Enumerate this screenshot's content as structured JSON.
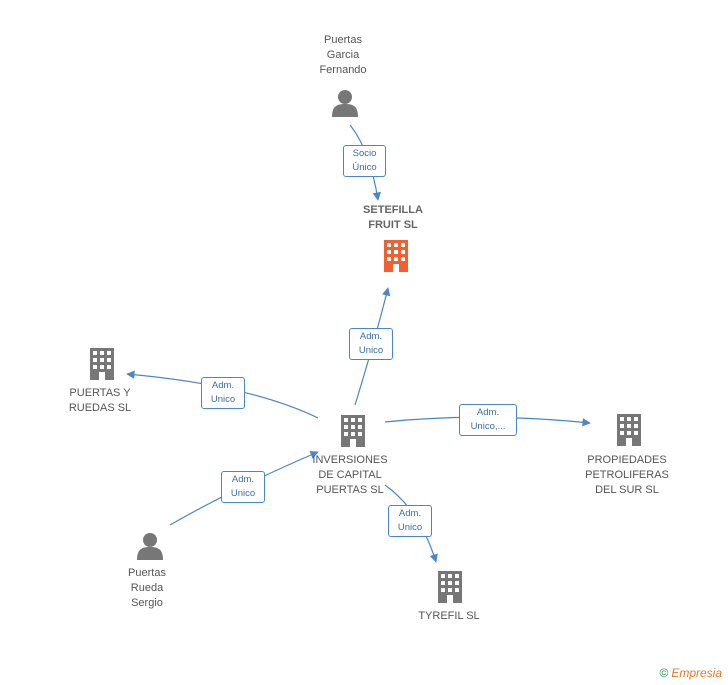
{
  "nodes": {
    "puertas_garcia": {
      "label": "Puertas\nGarcia\nFernando",
      "icon": "person-icon"
    },
    "setefilla": {
      "label": "SETEFILLA\nFRUIT SL",
      "icon": "building-icon",
      "color": "#f06030"
    },
    "puertas_ruedas_sl": {
      "label": "PUERTAS Y\nRUEDAS SL",
      "icon": "building-icon"
    },
    "inversiones": {
      "label": "INVERSIONES\nDE CAPITAL\nPUERTAS SL",
      "icon": "building-icon"
    },
    "propiedades": {
      "label": "PROPIEDADES\nPETROLIFERAS\nDEL SUR SL",
      "icon": "building-icon"
    },
    "puertas_rueda_sergio": {
      "label": "Puertas\nRueda\nSergio",
      "icon": "person-icon"
    },
    "tyrefil": {
      "label": "TYREFIL SL",
      "icon": "building-icon"
    }
  },
  "edges": {
    "socio_unico": "Socio\nÚnico",
    "adm_setefilla": "Adm.\nUnico",
    "adm_puertas_ruedas": "Adm.\nUnico",
    "adm_propiedades": "Adm.\nUnico,...",
    "adm_sergio": "Adm.\nUnico",
    "adm_tyrefil": "Adm.\nUnico"
  },
  "colors": {
    "edge": "#4a86c8",
    "icon_gray": "#777777",
    "icon_main": "#f06030"
  },
  "footer": {
    "copyright": "©",
    "brand": "Empresia"
  }
}
